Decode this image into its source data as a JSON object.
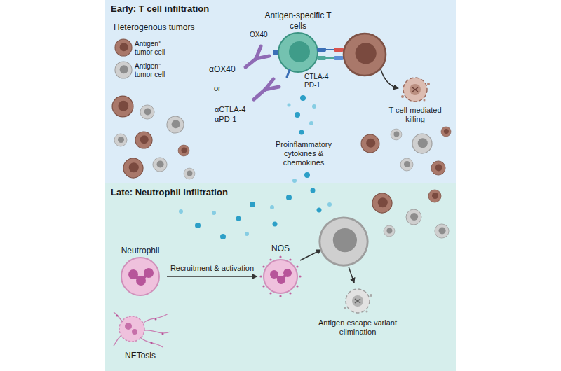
{
  "diagram": {
    "nodes": [
      {
        "text": [
          "Early: T cell infiltration"
        ]
      },
      {
        "text": [
          "Late: Neutrophil infiltration"
        ]
      },
      {
        "text": [
          "Antigen-specific T cells"
        ],
        "in": 0
      },
      {
        "text": [
          "T cell-mediated killing"
        ],
        "in": 0
      },
      {
        "text": [
          "Neutrophil"
        ],
        "in": 1
      },
      {
        "text": [
          "NOS"
        ],
        "in": 1
      },
      {
        "text": [
          "NETosis"
        ],
        "in": 1
      },
      {
        "text": [
          "Antigen escape variant elimination"
        ],
        "in": 1
      }
    ],
    "edges": [
      {
        "from": 4,
        "to": 5,
        "label": "Recruitment & activation",
        "arrow": "to"
      }
    ],
    "labels": [
      "Heterogenous tumors",
      "Antigen⁺ tumor cell",
      "Antigen⁻ tumor cell",
      "αOX40",
      "OX40",
      "or",
      "αCTLA-4",
      "αPD-1",
      "CTLA-4",
      "PD-1",
      "Proinflammatory cytokines & chemokines"
    ]
  }
}
